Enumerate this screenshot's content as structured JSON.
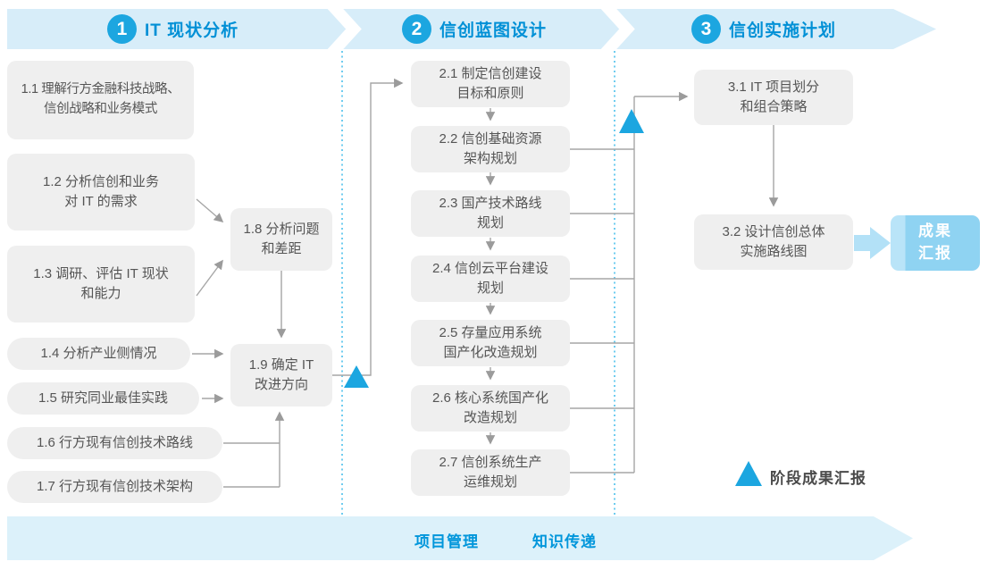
{
  "palette": {
    "accent_blue": "#1CA6E0",
    "band_light_blue": "#D7EDF9",
    "footer_light_blue": "#DCF1FA",
    "title_blue": "#0090D6",
    "box_gray": "#EFEFEF",
    "box_text_gray": "#555555",
    "connector_gray": "#A6A6A6",
    "dotted_divider_cyan": "#3FBBEA",
    "deliverable_blue": "#8FD3F2"
  },
  "header": {
    "phases": [
      {
        "number": "1",
        "title": "IT 现状分析"
      },
      {
        "number": "2",
        "title": "信创蓝图设计"
      },
      {
        "number": "3",
        "title": "信创实施计划"
      }
    ]
  },
  "boxes": {
    "b11": [
      "1.1 理解行方金融科技战略、",
      "信创战略和业务模式"
    ],
    "b12": [
      "1.2 分析信创和业务",
      "对 IT 的需求"
    ],
    "b13": [
      "1.3 调研、评估 IT 现状",
      "和能力"
    ],
    "b14": [
      "1.4 分析产业侧情况"
    ],
    "b15": [
      "1.5 研究同业最佳实践"
    ],
    "b16": [
      "1.6 行方现有信创技术路线"
    ],
    "b17": [
      "1.7 行方现有信创技术架构"
    ],
    "b18": [
      "1.8 分析问题",
      "和差距"
    ],
    "b19": [
      "1.9 确定 IT",
      "改进方向"
    ],
    "b21": [
      "2.1 制定信创建设",
      "目标和原则"
    ],
    "b22": [
      "2.2 信创基础资源",
      "架构规划"
    ],
    "b23": [
      "2.3 国产技术路线",
      "规划"
    ],
    "b24": [
      "2.4 信创云平台建设",
      "规划"
    ],
    "b25": [
      "2.5 存量应用系统",
      "国产化改造规划"
    ],
    "b26": [
      "2.6 核心系统国产化",
      "改造规划"
    ],
    "b27": [
      "2.7 信创系统生产",
      "运维规划"
    ],
    "b31": [
      "3.1 IT 项目划分",
      "和组合策略"
    ],
    "b32": [
      "3.2 设计信创总体",
      "实施路线图"
    ]
  },
  "deliverable": {
    "lines": [
      "成果",
      "汇报"
    ]
  },
  "legend": {
    "label": "阶段成果汇报"
  },
  "footer": {
    "items": [
      "项目管理",
      "知识传递"
    ]
  }
}
